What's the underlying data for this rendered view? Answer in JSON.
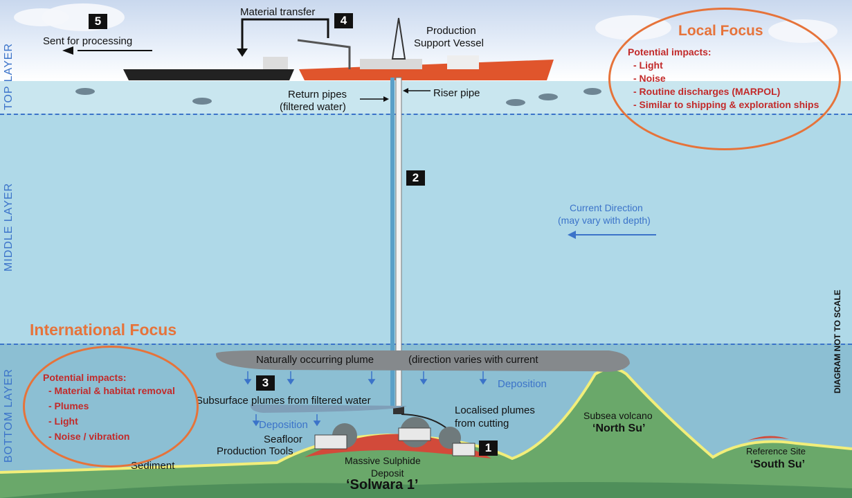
{
  "layers": {
    "top": "TOP LAYER",
    "middle": "MIDDLE LAYER",
    "bottom": "BOTTOM LAYER"
  },
  "steps": [
    "1",
    "2",
    "3",
    "4",
    "5"
  ],
  "labels": {
    "sent_for_processing": "Sent for processing",
    "material_transfer": "Material transfer",
    "production_support_vessel_1": "Production",
    "production_support_vessel_2": "Support Vessel",
    "return_pipes_1": "Return pipes",
    "return_pipes_2": "(filtered water)",
    "riser_pipe": "Riser pipe",
    "current_direction_1": "Current Direction",
    "current_direction_2": "(may vary with depth)",
    "natural_plume": "Naturally occurring plume",
    "natural_plume_direction": "(direction varies with current",
    "deposition_right": "Deposition",
    "deposition_left": "Deposition",
    "subsurface_plumes": "Subsurface plumes from filtered water",
    "localised_plumes_1": "Localised plumes",
    "localised_plumes_2": "from cutting",
    "seafloor_tools_1": "Seafloor",
    "seafloor_tools_2": "Production Tools",
    "sediment": "Sediment",
    "massive_sulphide_1": "Massive Sulphide",
    "massive_sulphide_2": "Deposit",
    "solwara": "‘Solwara 1’",
    "subsea_volcano": "Subsea volcano",
    "north_su": "‘North Su’",
    "reference_site": "Reference Site",
    "south_su": "‘South Su’",
    "not_to_scale": "DIAGRAM NOT TO SCALE"
  },
  "local_focus": {
    "title": "Local Focus",
    "heading": "Potential impacts:",
    "items": [
      "- Light",
      "- Noise",
      "- Routine discharges (MARPOL)",
      "- Similar to shipping & exploration ships"
    ]
  },
  "international_focus": {
    "title": "International Focus",
    "heading": "Potential impacts:",
    "items": [
      "- Material & habitat removal",
      "- Plumes",
      "- Light",
      "- Noise / vibration"
    ]
  },
  "colors": {
    "accent_orange": "#e6733a",
    "impact_red": "#c22a2a",
    "layer_blue": "#3b73c9"
  }
}
